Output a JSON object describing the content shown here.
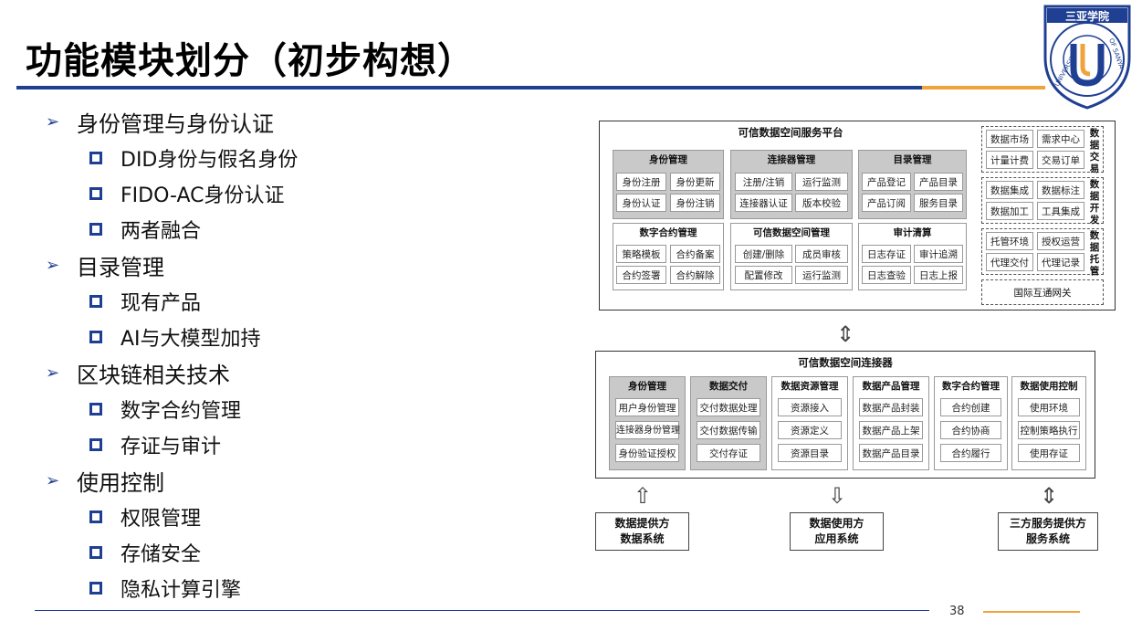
{
  "slide": {
    "title": "功能模块划分（初步构想）",
    "page_number": "38",
    "logo": {
      "text_cn": "三亚学院",
      "text_en": "UNIVERSITY OF SANYA"
    }
  },
  "outline": [
    {
      "label": "身份管理与身份认证",
      "children": [
        "DID身份与假名身份",
        "FIDO-AC身份认证",
        "两者融合"
      ]
    },
    {
      "label": "目录管理",
      "children": [
        "现有产品",
        "AI与大模型加持"
      ]
    },
    {
      "label": "区块链相关技术",
      "children": [
        "数字合约管理",
        "存证与审计"
      ]
    },
    {
      "label": "使用控制",
      "children": [
        "权限管理",
        "存储安全",
        "隐私计算引擎"
      ]
    }
  ],
  "diagram": {
    "platform": {
      "title": "可信数据空间服务平台",
      "modules_top": [
        {
          "title": "身份管理",
          "items": [
            "身份注册",
            "身份更新",
            "身份认证",
            "身份注销"
          ]
        },
        {
          "title": "连接器管理",
          "items": [
            "注册/注销",
            "运行监测",
            "连接器认证",
            "版本校验"
          ]
        },
        {
          "title": "目录管理",
          "items": [
            "产品登记",
            "产品目录",
            "产品订阅",
            "服务目录"
          ]
        }
      ],
      "modules_bottom": [
        {
          "title": "数字合约管理",
          "items": [
            "策略模板",
            "合约备案",
            "合约签署",
            "合约解除"
          ]
        },
        {
          "title": "可信数据空间管理",
          "items": [
            "创建/删除",
            "成员审核",
            "配置修改",
            "运行监测"
          ]
        },
        {
          "title": "审计清算",
          "items": [
            "日志存证",
            "审计追溯",
            "日志查验",
            "日志上报"
          ]
        }
      ],
      "side_groups": [
        {
          "label": "数据交易",
          "items": [
            "数据市场",
            "需求中心",
            "计量计费",
            "交易订单"
          ]
        },
        {
          "label": "数据开发",
          "items": [
            "数据集成",
            "数据标注",
            "数据加工",
            "工具集成"
          ]
        },
        {
          "label": "数据托管",
          "items": [
            "托管环境",
            "授权运营",
            "代理交付",
            "代理记录"
          ]
        }
      ],
      "gateway": "国际互通网关"
    },
    "connector": {
      "title": "可信数据空间连接器",
      "modules": [
        {
          "title": "身份管理",
          "items": [
            "用户身份管理",
            "连接器身份管理",
            "身份验证授权"
          ]
        },
        {
          "title": "数据交付",
          "items": [
            "交付数据处理",
            "交付数据传输",
            "交付存证"
          ]
        },
        {
          "title": "数据资源管理",
          "items": [
            "资源接入",
            "资源定义",
            "资源目录"
          ]
        },
        {
          "title": "数据产品管理",
          "items": [
            "数据产品封装",
            "数据产品上架",
            "数据产品目录"
          ]
        },
        {
          "title": "数字合约管理",
          "items": [
            "合约创建",
            "合约协商",
            "合约履行"
          ]
        },
        {
          "title": "数据使用控制",
          "items": [
            "使用环境",
            "控制策略执行",
            "使用存证"
          ]
        }
      ]
    },
    "external": [
      {
        "line1": "数据提供方",
        "line2": "数据系统"
      },
      {
        "line1": "数据使用方",
        "line2": "应用系统"
      },
      {
        "line1": "三方服务提供方",
        "line2": "服务系统"
      }
    ]
  }
}
